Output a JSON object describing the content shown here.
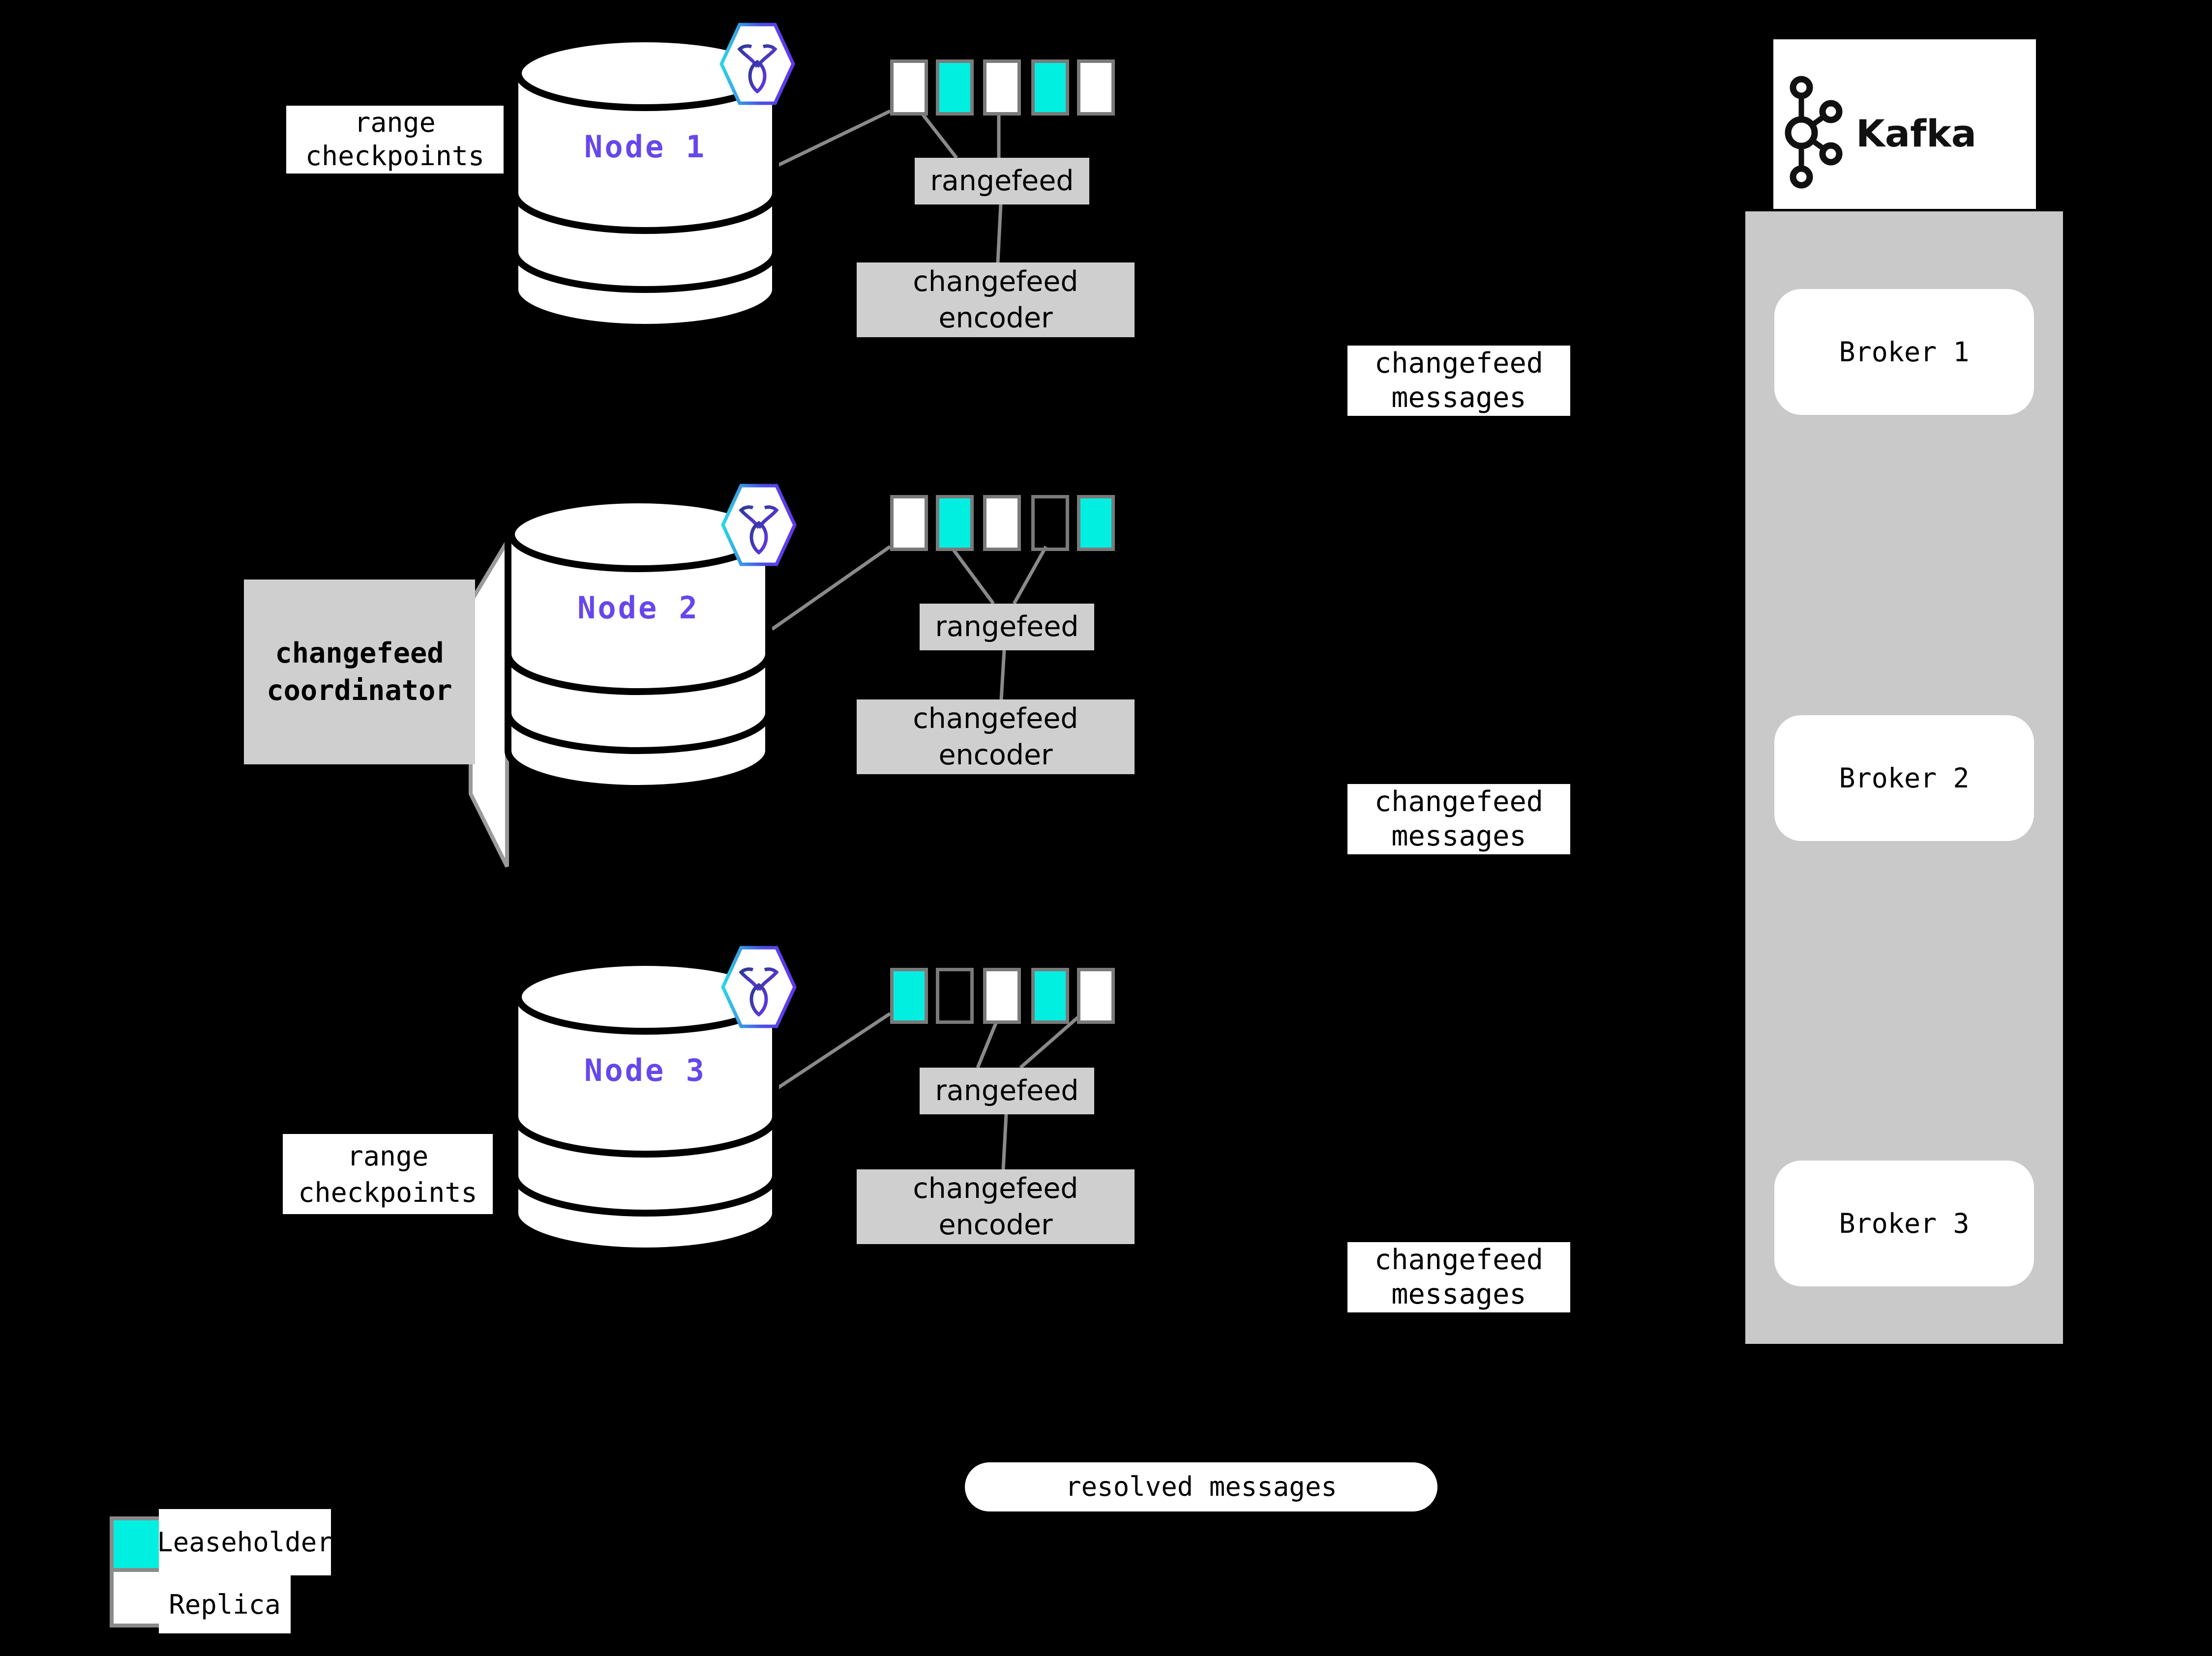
{
  "colors": {
    "background": "#000000",
    "leaseholder_cyan": "#00EFE1",
    "replica_white": "#FFFFFF",
    "node_label_purple": "#6747EC",
    "process_box_gray": "#CFCFCF",
    "kafka_container_gray": "#C9C9C9",
    "connector_gray": "#8A8A8A",
    "hexagon_gradient_start": "#29D8E5",
    "hexagon_gradient_end": "#6536EC"
  },
  "labels": {
    "range_checkpoints": [
      "range",
      "checkpoints"
    ],
    "rangefeed": "rangefeed",
    "changefeed_encoder": [
      "changefeed",
      "encoder"
    ],
    "changefeed_messages": [
      "changefeed",
      "messages"
    ],
    "changefeed_coordinator": [
      "changefeed",
      "coordinator"
    ],
    "resolved_messages": "resolved messages"
  },
  "nodes": [
    {
      "label": "Node 1",
      "ranges": [
        "replica",
        "leaseholder",
        "replica",
        "leaseholder",
        "replica"
      ]
    },
    {
      "label": "Node 2",
      "ranges": [
        "replica",
        "leaseholder",
        "replica",
        "empty",
        "leaseholder"
      ]
    },
    {
      "label": "Node 3",
      "ranges": [
        "leaseholder",
        "empty",
        "replica",
        "leaseholder",
        "replica"
      ]
    }
  ],
  "kafka": {
    "title": "Kafka",
    "brokers": [
      {
        "label": "Broker 1"
      },
      {
        "label": "Broker 2"
      },
      {
        "label": "Broker 3"
      }
    ]
  },
  "legend": {
    "items": [
      {
        "type": "leaseholder",
        "label": "Leaseholder"
      },
      {
        "type": "replica",
        "label": "Replica"
      }
    ]
  }
}
